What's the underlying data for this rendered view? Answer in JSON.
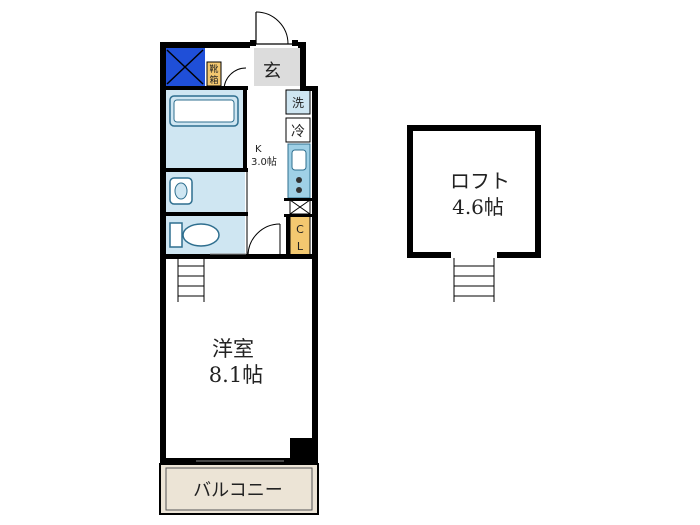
{
  "labels": {
    "entrance": "玄",
    "shoe_box_line1": "靴",
    "shoe_box_line2": "箱",
    "washer": "洗",
    "fridge": "冷",
    "kitchen_line1": "K",
    "kitchen_line2": "3.0帖",
    "closet_line1": "C",
    "closet_line2": "L",
    "western_room_line1": "洋室",
    "western_room_line2": "8.1帖",
    "balcony": "バルコニー",
    "loft_line1": "ロフト",
    "loft_line2": "4.6帖"
  },
  "colors": {
    "wall": "#000000",
    "wet_area": "#cfe6f2",
    "fixture_fill": "#ffffff",
    "fixture_stroke": "#2f6f8f",
    "kitchen_fixture": "#9fd0e6",
    "closet": "#f3c870",
    "shoe_box": "#f3c870",
    "meter_box": "#1f4fd8",
    "balcony": "#ece4d6",
    "floor": "#ffffff"
  },
  "icons": [
    "door-swing-icon",
    "bathtub-icon",
    "washbasin-icon",
    "toilet-icon",
    "ladder-icon",
    "stove-icon",
    "sink-icon"
  ]
}
